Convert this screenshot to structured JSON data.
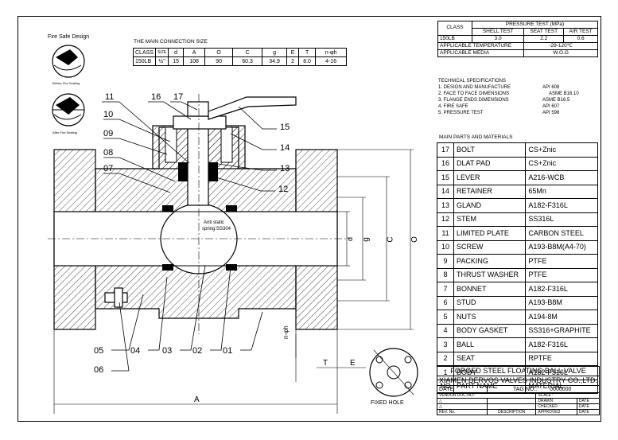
{
  "fire_safe": {
    "title": "Fire Safe Design",
    "before": "Before Fire Sealing",
    "after": "After Fire Sealing"
  },
  "main_connection": {
    "title": "THE MAIN CONNECTION SIZE",
    "headers": [
      "CLASS",
      "SIZE",
      "d",
      "A",
      "O",
      "C",
      "g",
      "E",
      "T",
      "n-φh"
    ],
    "row": [
      "150LB",
      "½\"",
      "15",
      "108",
      "90",
      "60.3",
      "34.9",
      "2",
      "8.0",
      "4-16"
    ]
  },
  "pressure_test": {
    "class_label": "CLASS",
    "title": "PRESSURE TEST (MPa)",
    "cols": [
      "SHELL TEST",
      "SEAT TEST",
      "AIR TEST"
    ],
    "row_class": "150LB",
    "values": [
      "3.0",
      "2.2",
      "0.6"
    ],
    "temp_label": "APPLICABLE TEMPERATURE",
    "temp_value": "-29-120℃",
    "media_label": "APPLICABLE MEDIA",
    "media_value": "W.O.G"
  },
  "tech_specs": {
    "title": "TECHNICAL SPECIFICATIONS",
    "items": [
      {
        "label": "1. DESIGN AND MANUFACTURE",
        "value": "API 608"
      },
      {
        "label": "2. FACE TO FACE DIMENSIONS",
        "value": "ASME B16.10"
      },
      {
        "label": "3. FLANGE ENDS DIMENSIONS",
        "value": "ASME B16.5"
      },
      {
        "label": "4. FIRE SAFE",
        "value": "API 607"
      },
      {
        "label": "5. PRESSURE TEST",
        "value": "API 598"
      }
    ]
  },
  "parts": {
    "title": "MAIN PARTS AND MATERIALS",
    "rows": [
      {
        "no": "17",
        "name": "BOLT",
        "material": "CS+Znic"
      },
      {
        "no": "16",
        "name": "DLAT PAD",
        "material": "CS+Znic"
      },
      {
        "no": "15",
        "name": "LEVER",
        "material": "A216-WCB"
      },
      {
        "no": "14",
        "name": "RETAINER",
        "material": "65Mn"
      },
      {
        "no": "13",
        "name": "GLAND",
        "material": "A182-F316L"
      },
      {
        "no": "12",
        "name": "STEM",
        "material": "SS316L"
      },
      {
        "no": "11",
        "name": "LIMITED PLATE",
        "material": "CARBON STEEL"
      },
      {
        "no": "10",
        "name": "SCREW",
        "material": "A193-B8M(A4-70)"
      },
      {
        "no": "9",
        "name": "PACKING",
        "material": "PTFE"
      },
      {
        "no": "8",
        "name": "THRUST WASHER",
        "material": "PTFE"
      },
      {
        "no": "7",
        "name": "BONNET",
        "material": "A182-F316L"
      },
      {
        "no": "6",
        "name": "STUD",
        "material": "A193-B8M"
      },
      {
        "no": "5",
        "name": "NUTS",
        "material": "A194-8M"
      },
      {
        "no": "4",
        "name": "BODY GASKET",
        "material": "SS316+GRAPHITE"
      },
      {
        "no": "3",
        "name": "BALL",
        "material": "A182-F316L"
      },
      {
        "no": "2",
        "name": "SEAT",
        "material": "RPTFE"
      },
      {
        "no": "1",
        "name": "BODY",
        "material": "A182-F316L"
      }
    ],
    "header": {
      "no": "NO",
      "name": "PART NAME",
      "material": "MATERIAL"
    }
  },
  "title_block": {
    "product": "FORGED STEEL FLOATING BALL VALVE",
    "company": "XIAMEN DERVOS VALVES INDUSTRY CO.,LTD.",
    "date_label": "DATE",
    "tag_label": "TAG NO.:",
    "tag_value": "0000000",
    "vendor_label": "VENDOR DOC.NO.:",
    "scale_label": "SCALE :",
    "drawn": "DRAWN",
    "checked": "CHECKED",
    "approved": "APPROVED",
    "date_small": "DATE",
    "rev": "REV. No.",
    "description": "DESCRIPTION"
  },
  "drawing": {
    "callouts": [
      "11",
      "16",
      "17",
      "10",
      "09",
      "08",
      "07",
      "15",
      "14",
      "13",
      "12",
      "05",
      "06",
      "04",
      "03",
      "02",
      "01"
    ],
    "anti_static": "Anti static",
    "spring": "spring:SS304",
    "dims": {
      "A": "A",
      "T": "T",
      "E": "E",
      "d": "d",
      "g": "g",
      "C": "C",
      "O": "O",
      "nphi": "n-φh"
    },
    "fixed_hole": "FIXED HOLE"
  }
}
